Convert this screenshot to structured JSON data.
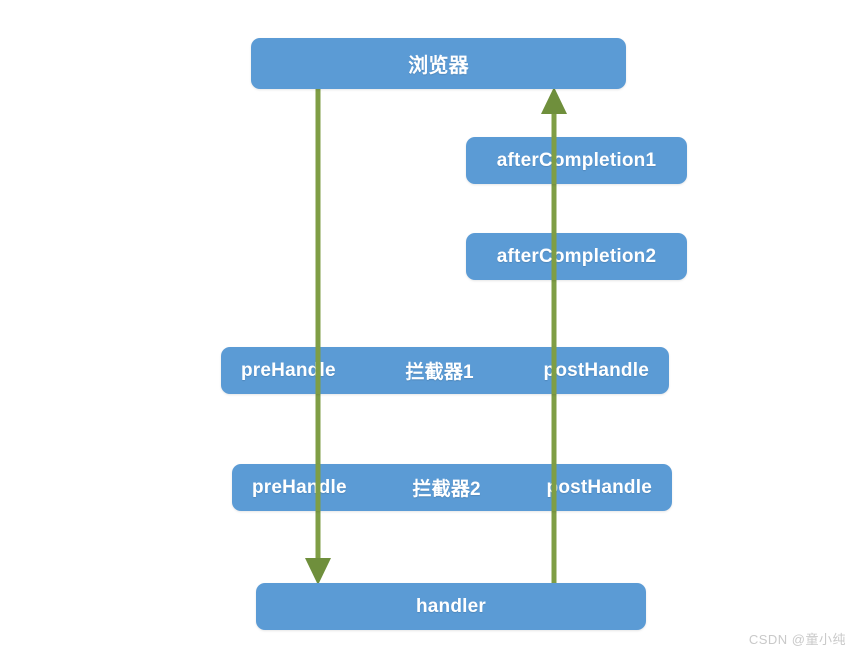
{
  "diagram": {
    "title": "Spring MVC Interceptor Execution Flow",
    "colors": {
      "node_fill": "#5b9bd5",
      "node_text": "#ffffff",
      "arrow": "#7f9e45",
      "background": "#ffffff",
      "watermark": "#c9c9c9"
    },
    "nodes": {
      "browser": {
        "label": "浏览器"
      },
      "after_completion_1": {
        "label": "afterCompletion1"
      },
      "after_completion_2": {
        "label": "afterCompletion2"
      },
      "interceptor1": {
        "pre": "preHandle",
        "name": "拦截器1",
        "post": "postHandle"
      },
      "interceptor2": {
        "pre": "preHandle",
        "name": "拦截器2",
        "post": "postHandle"
      },
      "handler": {
        "label": "handler"
      }
    },
    "arrows": {
      "request_down": {
        "name": "request-flow-arrow",
        "from": "浏览器",
        "to": "handler",
        "direction": "down"
      },
      "response_up": {
        "name": "response-flow-arrow",
        "from": "handler",
        "to": "浏览器",
        "direction": "up"
      }
    },
    "watermark": "CSDN @童小纯"
  }
}
